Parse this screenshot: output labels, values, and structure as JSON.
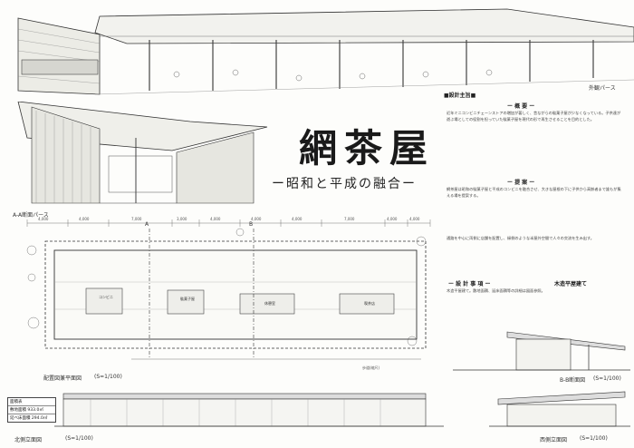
{
  "title": "網茶屋",
  "subtitle": "ー昭和と平成の融合ー",
  "perspective": {
    "caption": "外観パース"
  },
  "section_perspective": {
    "caption": "A-A断面パース"
  },
  "plan": {
    "caption": "配置図兼平面図",
    "scale": "(S=1/100)",
    "marker_a": "A",
    "marker_b": "B",
    "note_road": "歩道(縮尺)",
    "dims_top": [
      "4,000",
      "4,000",
      "7,000",
      "3,000",
      "4,000",
      "4,000",
      "4,000",
      "7,000",
      "4,000",
      "4,000"
    ],
    "rooms": [
      "コンビニ",
      "駄菓子屋",
      "休憩室",
      "喫茶店"
    ]
  },
  "concept": {
    "header": "■設計主旨■",
    "sub1": "ー 概 要 ー",
    "sub2": "ー 提 案 ー",
    "sub3": "ー 設 計 事 項 ー",
    "sub3_right": "木造平屋建て",
    "sub4": "",
    "para1": "近年ミニコンビニチェーンストアの増加が著しく、昔ながらの駄菓子屋が少なくなっている。子供達が遊ぶ場としての役割を担っていた駄菓子屋を現代の形で再生させることを目的とした。",
    "para2": "網茶屋は昭和の駄菓子屋と平成のコンビニを融合させ、大きな屋根の下に子供から高齢者まで誰もが集える場を提案する。",
    "para3": "通路を中心に両側に店舗を配置し、縁側のような半屋外空間で人々の交流を生み出す。",
    "para4": "木造平屋建て。敷地面積、延床面積等の詳細は図面参照。"
  },
  "area_table": {
    "title": "面積表",
    "rows": [
      "敷地面積 933.0㎡",
      "延べ床面積 294.0㎡"
    ]
  },
  "section_bb": {
    "caption": "B-B断面図",
    "scale": "(S=1/100)"
  },
  "north_elev": {
    "caption": "北側立面図",
    "scale": "(S=1/100)"
  },
  "west_elev": {
    "caption": "西側立面図",
    "scale": "(S=1/100)"
  }
}
